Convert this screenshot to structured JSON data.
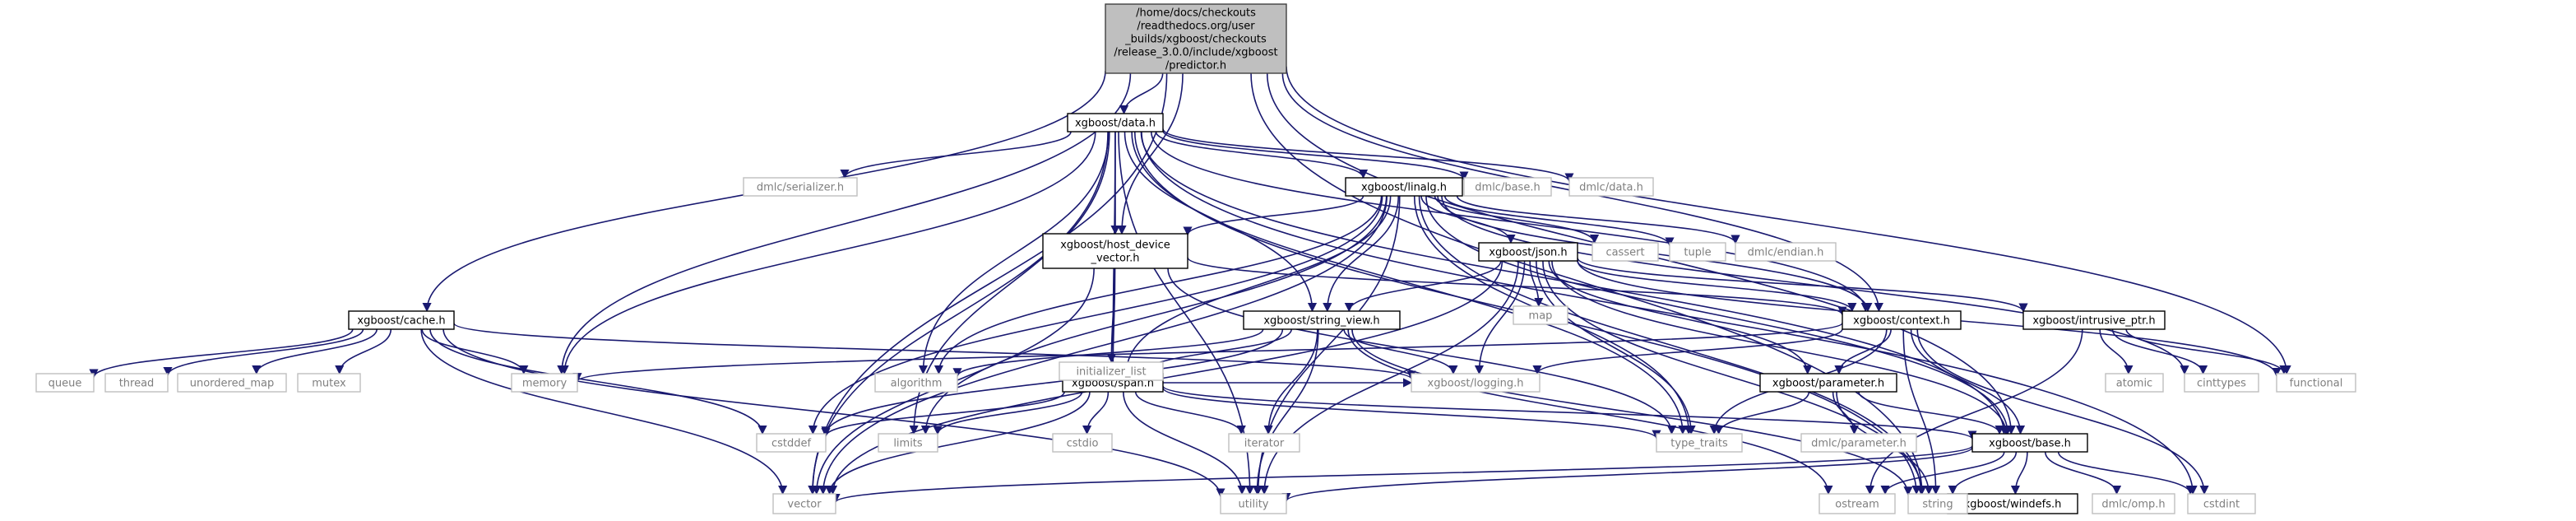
{
  "root": {
    "id": "predictor",
    "lines": [
      "/home/docs/checkouts",
      "/readthedocs.org/user",
      "_builds/xgboost/checkouts",
      "/release_3.0.0/include/xgboost",
      "/predictor.h"
    ]
  },
  "nodes": [
    {
      "id": "data",
      "label": "xgboost/data.h",
      "style": "internal"
    },
    {
      "id": "cache",
      "label": "xgboost/cache.h",
      "style": "internal"
    },
    {
      "id": "linalg",
      "label": "xgboost/linalg.h",
      "style": "internal"
    },
    {
      "id": "host_device",
      "lines": [
        "xgboost/host_device",
        "_vector.h"
      ],
      "style": "internal"
    },
    {
      "id": "json",
      "label": "xgboost/json.h",
      "style": "internal"
    },
    {
      "id": "string_view",
      "label": "xgboost/string_view.h",
      "style": "internal"
    },
    {
      "id": "span",
      "label": "xgboost/span.h",
      "style": "internal"
    },
    {
      "id": "context",
      "label": "xgboost/context.h",
      "style": "internal"
    },
    {
      "id": "intrusive_ptr",
      "label": "xgboost/intrusive_ptr.h",
      "style": "internal"
    },
    {
      "id": "parameter",
      "label": "xgboost/parameter.h",
      "style": "internal"
    },
    {
      "id": "base",
      "label": "xgboost/base.h",
      "style": "internal"
    },
    {
      "id": "windefs",
      "label": "xgboost/windefs.h",
      "style": "internal"
    },
    {
      "id": "dmlc_serializer",
      "label": "dmlc/serializer.h",
      "style": "external"
    },
    {
      "id": "dmlc_base",
      "label": "dmlc/base.h",
      "style": "external"
    },
    {
      "id": "dmlc_data",
      "label": "dmlc/data.h",
      "style": "external"
    },
    {
      "id": "cassert",
      "label": "cassert",
      "style": "external"
    },
    {
      "id": "tuple",
      "label": "tuple",
      "style": "external"
    },
    {
      "id": "dmlc_endian",
      "label": "dmlc/endian.h",
      "style": "external"
    },
    {
      "id": "initializer_list",
      "label": "initializer_list",
      "style": "external"
    },
    {
      "id": "map",
      "label": "map",
      "style": "external"
    },
    {
      "id": "queue",
      "label": "queue",
      "style": "external"
    },
    {
      "id": "thread",
      "label": "thread",
      "style": "external"
    },
    {
      "id": "unordered_map",
      "label": "unordered_map",
      "style": "external"
    },
    {
      "id": "mutex",
      "label": "mutex",
      "style": "external"
    },
    {
      "id": "memory",
      "label": "memory",
      "style": "external"
    },
    {
      "id": "algorithm",
      "label": "algorithm",
      "style": "external"
    },
    {
      "id": "logging",
      "label": "xgboost/logging.h",
      "style": "external"
    },
    {
      "id": "atomic",
      "label": "atomic",
      "style": "external"
    },
    {
      "id": "cinttypes",
      "label": "cinttypes",
      "style": "external"
    },
    {
      "id": "functional",
      "label": "functional",
      "style": "external"
    },
    {
      "id": "cstddef",
      "label": "cstddef",
      "style": "external"
    },
    {
      "id": "limits",
      "label": "limits",
      "style": "external"
    },
    {
      "id": "cstdio",
      "label": "cstdio",
      "style": "external"
    },
    {
      "id": "iterator",
      "label": "iterator",
      "style": "external"
    },
    {
      "id": "type_traits",
      "label": "type_traits",
      "style": "external"
    },
    {
      "id": "dmlc_parameter",
      "label": "dmlc/parameter.h",
      "style": "external"
    },
    {
      "id": "vector",
      "label": "vector",
      "style": "external"
    },
    {
      "id": "utility",
      "label": "utility",
      "style": "external"
    },
    {
      "id": "ostream",
      "label": "ostream",
      "style": "external"
    },
    {
      "id": "string",
      "label": "string",
      "style": "external"
    },
    {
      "id": "dmlc_omp",
      "label": "dmlc/omp.h",
      "style": "external"
    },
    {
      "id": "cstdint",
      "label": "cstdint",
      "style": "external"
    }
  ],
  "edges": [
    [
      "predictor",
      "vector"
    ],
    [
      "predictor",
      "memory"
    ],
    [
      "predictor",
      "cache"
    ],
    [
      "predictor",
      "data"
    ],
    [
      "predictor",
      "host_device"
    ],
    [
      "predictor",
      "context"
    ],
    [
      "predictor",
      "base"
    ],
    [
      "predictor",
      "string"
    ],
    [
      "predictor",
      "functional"
    ],
    [
      "data",
      "dmlc_serializer"
    ],
    [
      "data",
      "dmlc_base"
    ],
    [
      "data",
      "dmlc_data"
    ],
    [
      "data",
      "linalg"
    ],
    [
      "data",
      "host_device"
    ],
    [
      "data",
      "span"
    ],
    [
      "data",
      "string_view"
    ],
    [
      "data",
      "memory"
    ],
    [
      "data",
      "algorithm"
    ],
    [
      "data",
      "limits"
    ],
    [
      "data",
      "vector"
    ],
    [
      "data",
      "utility"
    ],
    [
      "data",
      "context"
    ],
    [
      "data",
      "base"
    ],
    [
      "data",
      "string"
    ],
    [
      "data",
      "cstdint"
    ],
    [
      "data",
      "type_traits"
    ],
    [
      "cache",
      "queue"
    ],
    [
      "cache",
      "thread"
    ],
    [
      "cache",
      "unordered_map"
    ],
    [
      "cache",
      "mutex"
    ],
    [
      "cache",
      "memory"
    ],
    [
      "cache",
      "logging"
    ],
    [
      "cache",
      "cstddef"
    ],
    [
      "cache",
      "vector"
    ],
    [
      "cache",
      "utility"
    ],
    [
      "linalg",
      "host_device"
    ],
    [
      "linalg",
      "json"
    ],
    [
      "linalg",
      "cassert"
    ],
    [
      "linalg",
      "tuple"
    ],
    [
      "linalg",
      "dmlc_endian"
    ],
    [
      "linalg",
      "context"
    ],
    [
      "linalg",
      "span"
    ],
    [
      "linalg",
      "string_view"
    ],
    [
      "linalg",
      "algorithm"
    ],
    [
      "linalg",
      "limits"
    ],
    [
      "linalg",
      "cstddef"
    ],
    [
      "linalg",
      "vector"
    ],
    [
      "linalg",
      "utility"
    ],
    [
      "linalg",
      "string"
    ],
    [
      "linalg",
      "type_traits"
    ],
    [
      "linalg",
      "base"
    ],
    [
      "linalg",
      "cinttypes"
    ],
    [
      "host_device",
      "initializer_list"
    ],
    [
      "host_device",
      "span"
    ],
    [
      "host_device",
      "vector"
    ],
    [
      "host_device",
      "context"
    ],
    [
      "host_device",
      "type_traits"
    ],
    [
      "json",
      "string_view"
    ],
    [
      "json",
      "intrusive_ptr"
    ],
    [
      "json",
      "context"
    ],
    [
      "json",
      "map"
    ],
    [
      "json",
      "logging"
    ],
    [
      "json",
      "parameter"
    ],
    [
      "json",
      "type_traits"
    ],
    [
      "json",
      "utility"
    ],
    [
      "json",
      "string"
    ],
    [
      "json",
      "vector"
    ],
    [
      "json",
      "functional"
    ],
    [
      "json",
      "base"
    ],
    [
      "string_view",
      "algorithm"
    ],
    [
      "string_view",
      "logging"
    ],
    [
      "string_view",
      "span"
    ],
    [
      "string_view",
      "cstddef"
    ],
    [
      "string_view",
      "iterator"
    ],
    [
      "string_view",
      "ostream"
    ],
    [
      "string_view",
      "string"
    ],
    [
      "string_view",
      "utility"
    ],
    [
      "span",
      "base"
    ],
    [
      "span",
      "logging"
    ],
    [
      "span",
      "cstddef"
    ],
    [
      "span",
      "limits"
    ],
    [
      "span",
      "cstdio"
    ],
    [
      "span",
      "iterator"
    ],
    [
      "span",
      "type_traits"
    ],
    [
      "span",
      "utility"
    ],
    [
      "span",
      "vector"
    ],
    [
      "context",
      "memory"
    ],
    [
      "context",
      "logging"
    ],
    [
      "context",
      "parameter"
    ],
    [
      "context",
      "base"
    ],
    [
      "context",
      "type_traits"
    ],
    [
      "context",
      "string"
    ],
    [
      "context",
      "cstdint"
    ],
    [
      "intrusive_ptr",
      "atomic"
    ],
    [
      "intrusive_ptr",
      "cinttypes"
    ],
    [
      "intrusive_ptr",
      "functional"
    ],
    [
      "intrusive_ptr",
      "ostream"
    ],
    [
      "parameter",
      "dmlc_parameter"
    ],
    [
      "parameter",
      "base"
    ],
    [
      "parameter",
      "type_traits"
    ],
    [
      "parameter",
      "string"
    ],
    [
      "base",
      "windefs"
    ],
    [
      "base",
      "dmlc_omp"
    ],
    [
      "base",
      "cstdint"
    ],
    [
      "base",
      "string"
    ],
    [
      "base",
      "ostream"
    ],
    [
      "base",
      "utility"
    ],
    [
      "base",
      "vector"
    ]
  ]
}
